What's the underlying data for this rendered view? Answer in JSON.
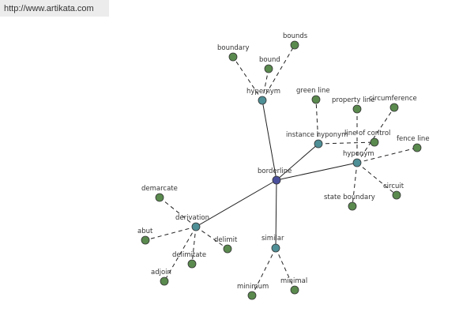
{
  "header": {
    "url": "http://www.artikata.com"
  },
  "colors": {
    "center": "#4a4f9c",
    "relation": "#4f8f96",
    "leaf": "#5a8a4e",
    "node_outline": "#333333",
    "edge": "#222222"
  },
  "graph": {
    "center": {
      "id": "borderline",
      "label": "borderline"
    },
    "relations": [
      {
        "id": "hypernym",
        "label": "hypernym"
      },
      {
        "id": "instance-hyponym",
        "label": "instance hyponym"
      },
      {
        "id": "hyponym",
        "label": "hyponym"
      },
      {
        "id": "derivation",
        "label": "derivation"
      },
      {
        "id": "similar",
        "label": "similar"
      }
    ],
    "leaves": [
      {
        "id": "boundary",
        "label": "boundary",
        "relation": "hypernym"
      },
      {
        "id": "bound",
        "label": "bound",
        "relation": "hypernym"
      },
      {
        "id": "bounds",
        "label": "bounds",
        "relation": "hypernym"
      },
      {
        "id": "green-line",
        "label": "green line",
        "relation": "instance-hyponym"
      },
      {
        "id": "line-of-control",
        "label": "line of control",
        "relation": "instance-hyponym"
      },
      {
        "id": "property-line",
        "label": "property line",
        "relation": "hyponym"
      },
      {
        "id": "circumference",
        "label": "circumference",
        "relation": "hyponym"
      },
      {
        "id": "fence-line",
        "label": "fence line",
        "relation": "hyponym"
      },
      {
        "id": "circuit",
        "label": "circuit",
        "relation": "hyponym"
      },
      {
        "id": "state-boundary",
        "label": "state boundary",
        "relation": "hyponym"
      },
      {
        "id": "demarcate",
        "label": "demarcate",
        "relation": "derivation"
      },
      {
        "id": "abut",
        "label": "abut",
        "relation": "derivation"
      },
      {
        "id": "delimit",
        "label": "delimit",
        "relation": "derivation"
      },
      {
        "id": "delimitate",
        "label": "delimitate",
        "relation": "derivation"
      },
      {
        "id": "adjoin",
        "label": "adjoin",
        "relation": "derivation"
      },
      {
        "id": "minimum",
        "label": "minimum",
        "relation": "similar"
      },
      {
        "id": "minimal",
        "label": "minimal",
        "relation": "similar"
      }
    ]
  }
}
